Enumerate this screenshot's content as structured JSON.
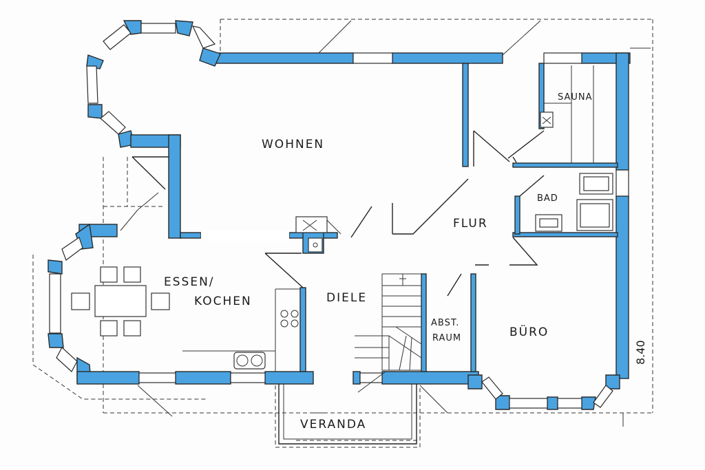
{
  "plan": {
    "wall_color": "#4aa3e0",
    "rooms": {
      "wohnen": "WOHNEN",
      "sauna": "SAUNA",
      "bad": "BAD",
      "flur": "FLUR",
      "essen_kochen_1": "ESSEN/",
      "essen_kochen_2": "KOCHEN",
      "diele": "DIELE",
      "abst_raum_1": "ABST.",
      "abst_raum_2": "RAUM",
      "buero": "BÜRO",
      "veranda": "VERANDA"
    },
    "dimension": "8.40"
  }
}
